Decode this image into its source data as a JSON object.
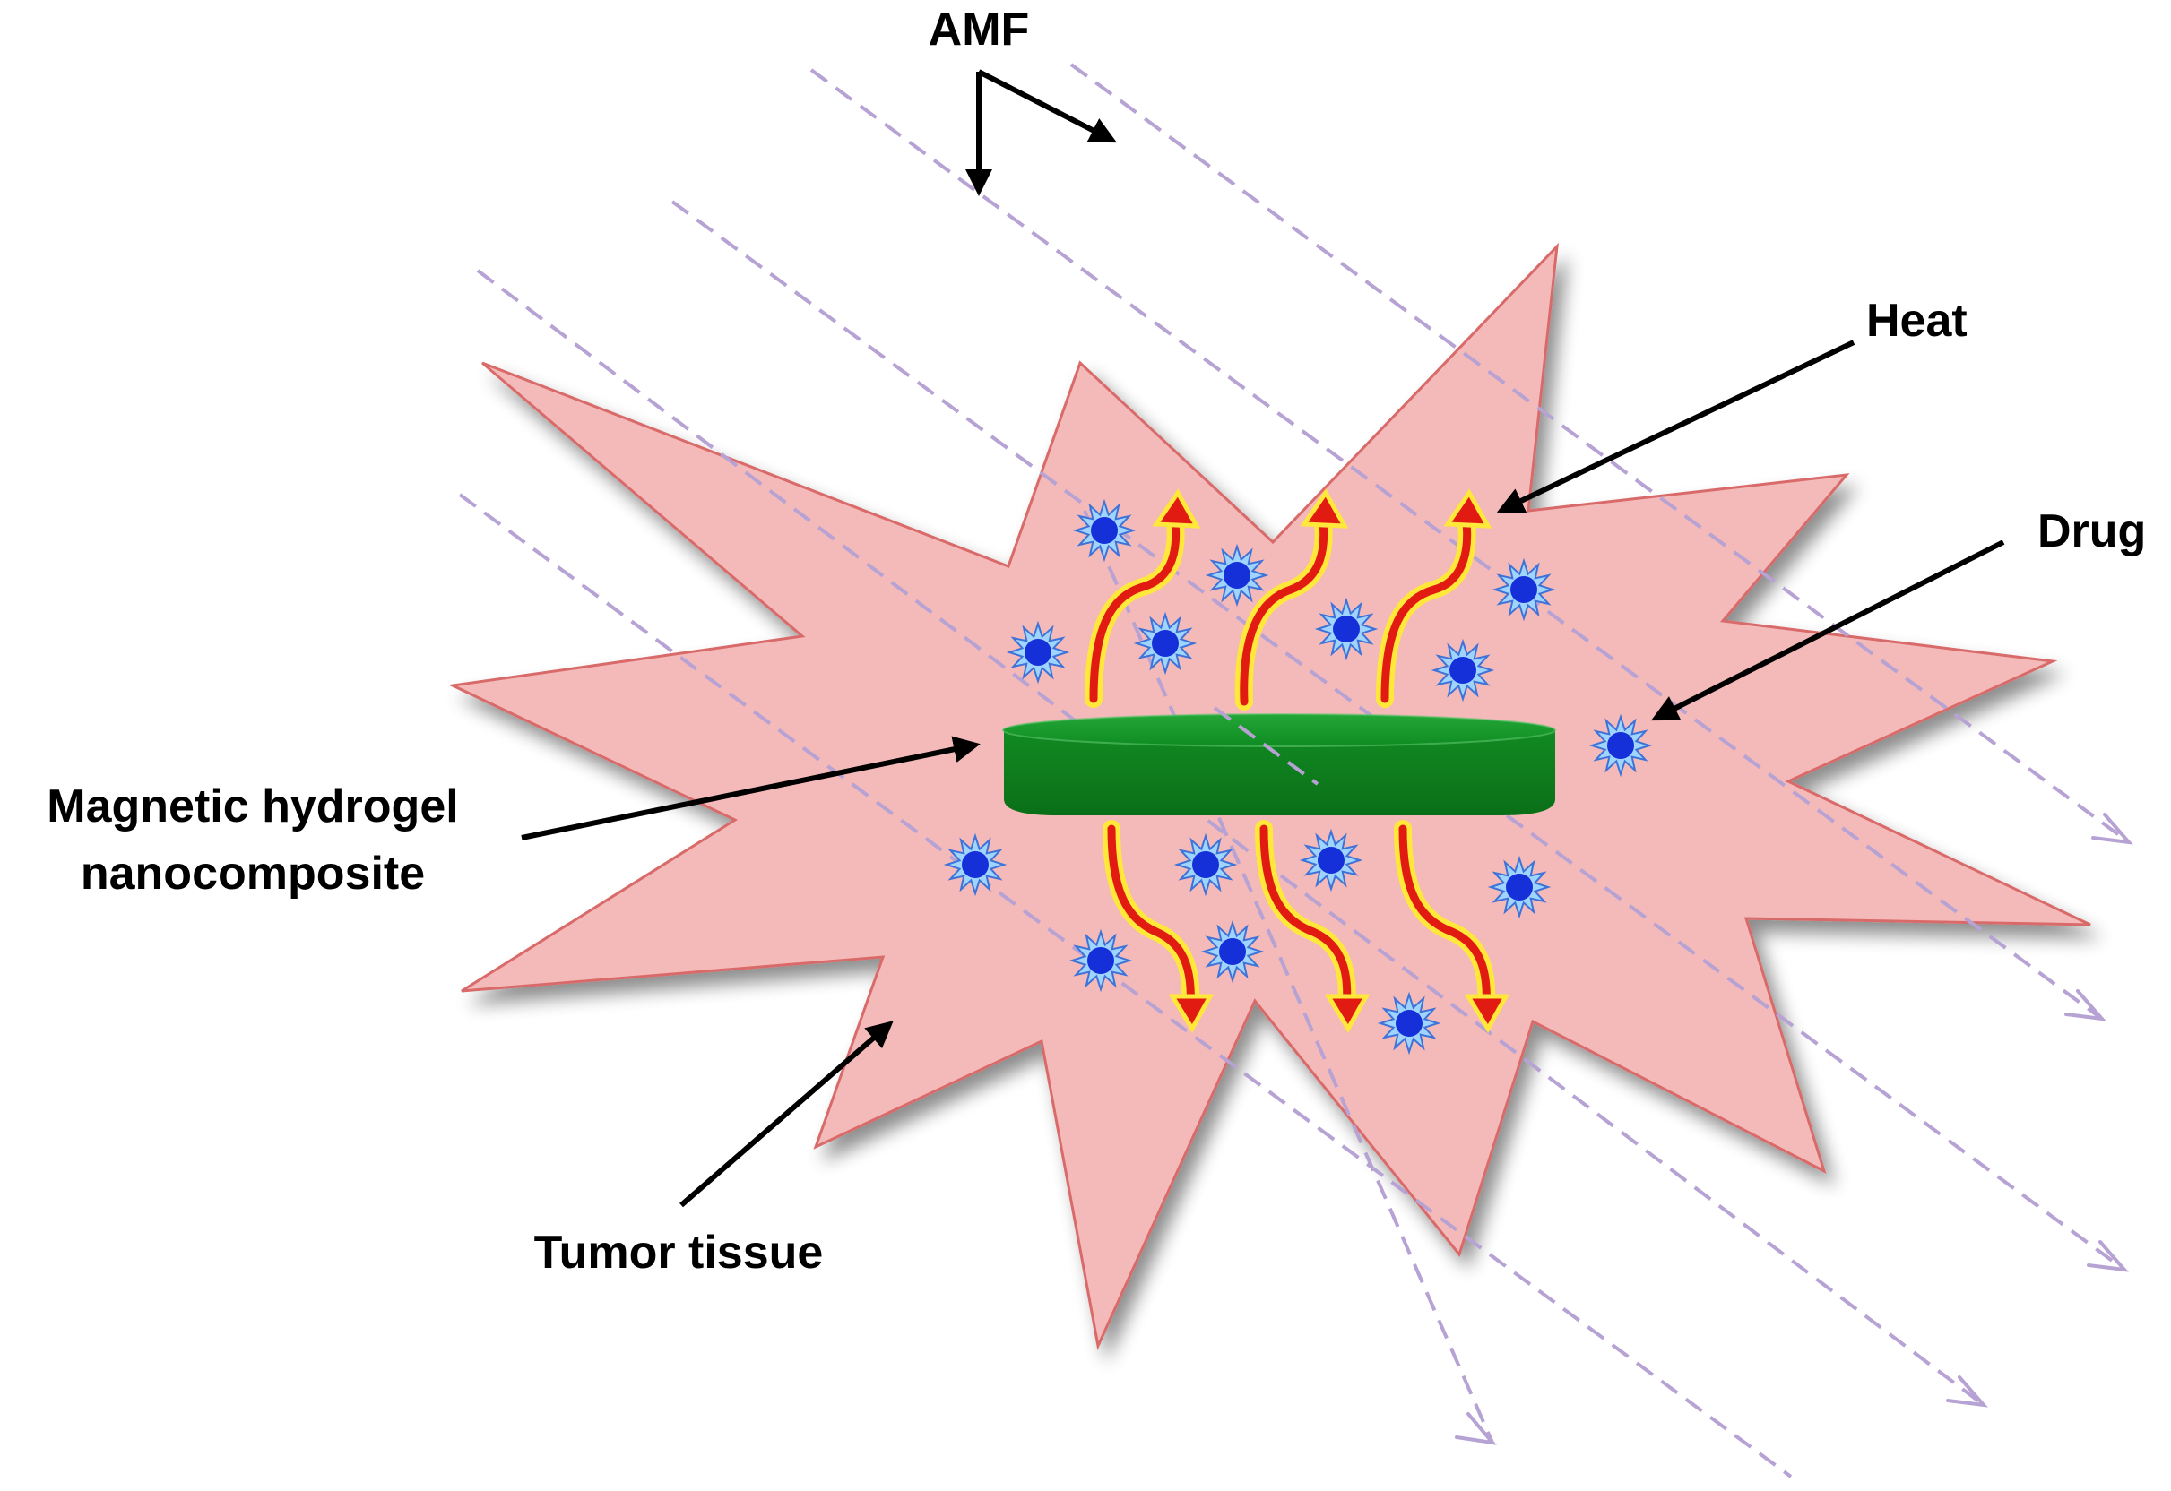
{
  "labels": {
    "amf": "AMF",
    "heat": "Heat",
    "drug": "Drug",
    "hydrogel_line1": "Magnetic hydrogel",
    "hydrogel_line2": "nanocomposite",
    "tumor": "Tumor tissue"
  },
  "colors": {
    "tumor_fill": "#f4b9b9",
    "tumor_stroke": "#d96a6a",
    "hydrogel": "#0d8a1e",
    "field_lines": "#b7a2d4",
    "heat_arrow": "#e21b12",
    "heat_glow": "#ffe83a",
    "drug": "#1530d8"
  },
  "icons": {
    "drug": "drug-molecule-icon",
    "heat": "heat-wave-arrow-icon"
  }
}
